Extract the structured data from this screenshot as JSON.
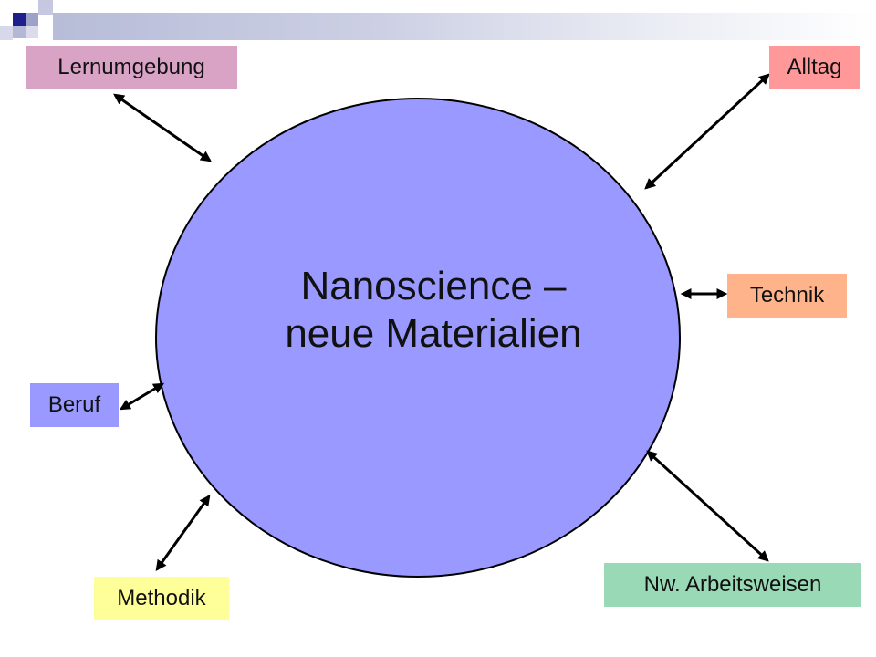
{
  "center": {
    "line1": "Nanoscience –",
    "line2": "neue Materialien",
    "fill": "#9999ff"
  },
  "labels": {
    "lernumgebung": {
      "text": "Lernumgebung",
      "color": "#d9a3c6"
    },
    "alltag": {
      "text": "Alltag",
      "color": "#ff9999"
    },
    "technik": {
      "text": "Technik",
      "color": "#ffb38a"
    },
    "beruf": {
      "text": "Beruf",
      "color": "#9999ff"
    },
    "methodik": {
      "text": "Methodik",
      "color": "#ffff99"
    },
    "nw": {
      "text": "Nw. Arbeitsweisen",
      "color": "#99d9b6"
    }
  },
  "theme": {
    "header_square": "#1f1f8c",
    "arrow_color": "#000000"
  }
}
